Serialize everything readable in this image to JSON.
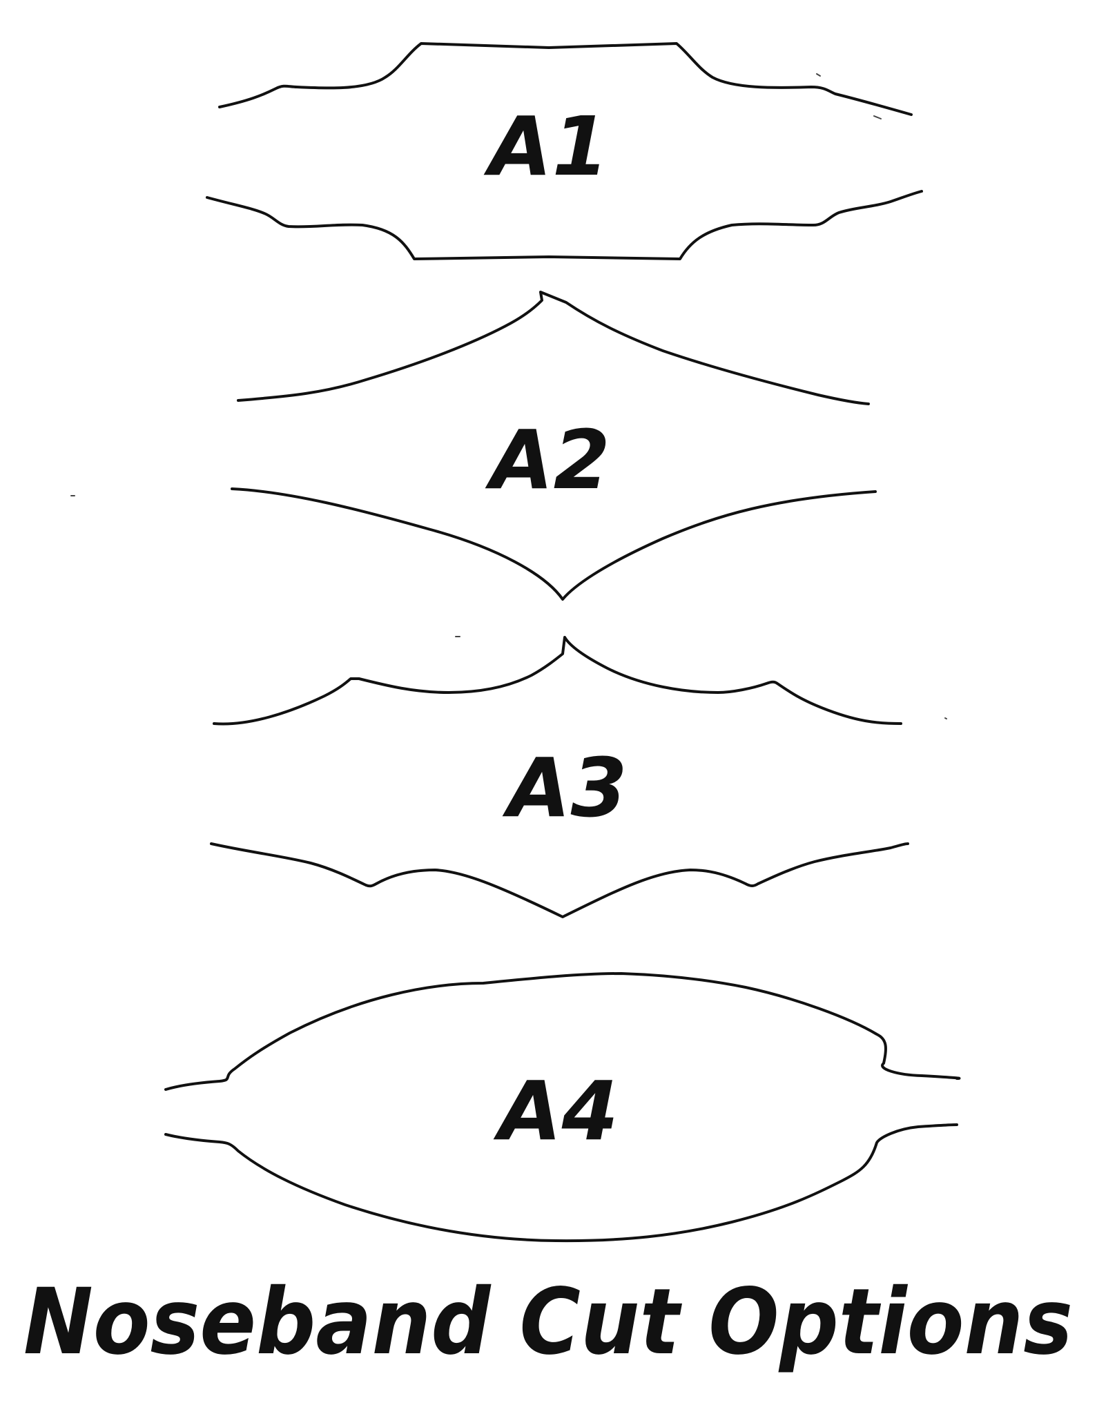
{
  "title": "Noseband Cut Options",
  "cuts": [
    {
      "id": "A1",
      "label": "A1"
    },
    {
      "id": "A2",
      "label": "A2"
    },
    {
      "id": "A3",
      "label": "A3"
    },
    {
      "id": "A4",
      "label": "A4"
    }
  ],
  "colors": {
    "line": "#111111",
    "background": "#ffffff"
  }
}
